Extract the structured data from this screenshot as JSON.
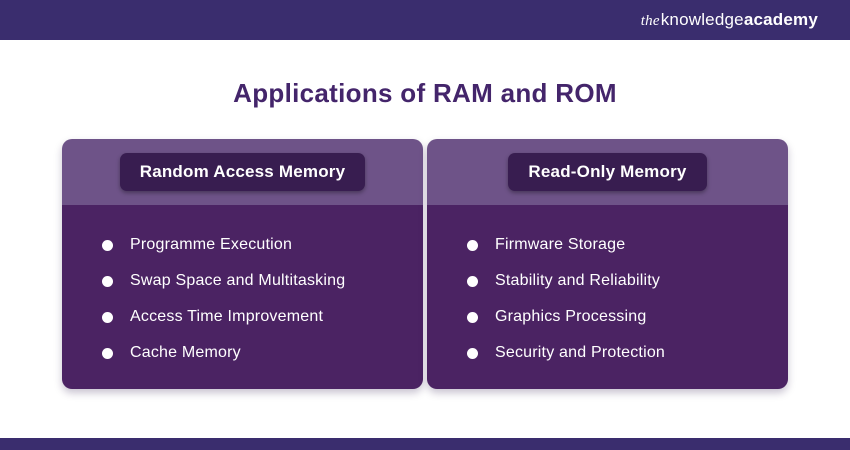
{
  "brand": {
    "the": "the",
    "knowledge": "knowledge",
    "academy": "academy"
  },
  "page": {
    "title": "Applications of RAM and ROM"
  },
  "cards": [
    {
      "header": "Random Access Memory",
      "items": [
        "Programme Execution",
        "Swap Space and Multitasking",
        "Access Time Improvement",
        "Cache Memory"
      ]
    },
    {
      "header": "Read-Only Memory",
      "items": [
        "Firmware Storage",
        "Stability and Reliability",
        "Graphics Processing",
        "Security and Protection"
      ]
    }
  ],
  "colors": {
    "bar": "#3a2d6e",
    "title": "#44256b",
    "card_header": "#6e5388",
    "pill": "#381d50",
    "card_body": "#4b2363"
  }
}
